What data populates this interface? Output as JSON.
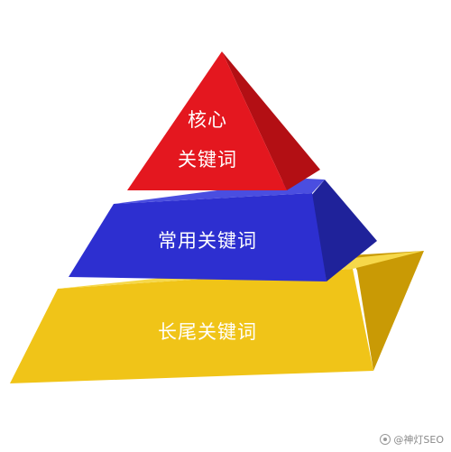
{
  "diagram": {
    "tiers": [
      {
        "lines": [
          "核心",
          "关键词"
        ],
        "color": "#e01a22"
      },
      {
        "lines": [
          "常用关键词"
        ],
        "color": "#2b2fcf"
      },
      {
        "lines": [
          "长尾关键词"
        ],
        "color": "#f2c416"
      }
    ]
  },
  "watermark": {
    "text": "@神灯SEO"
  }
}
